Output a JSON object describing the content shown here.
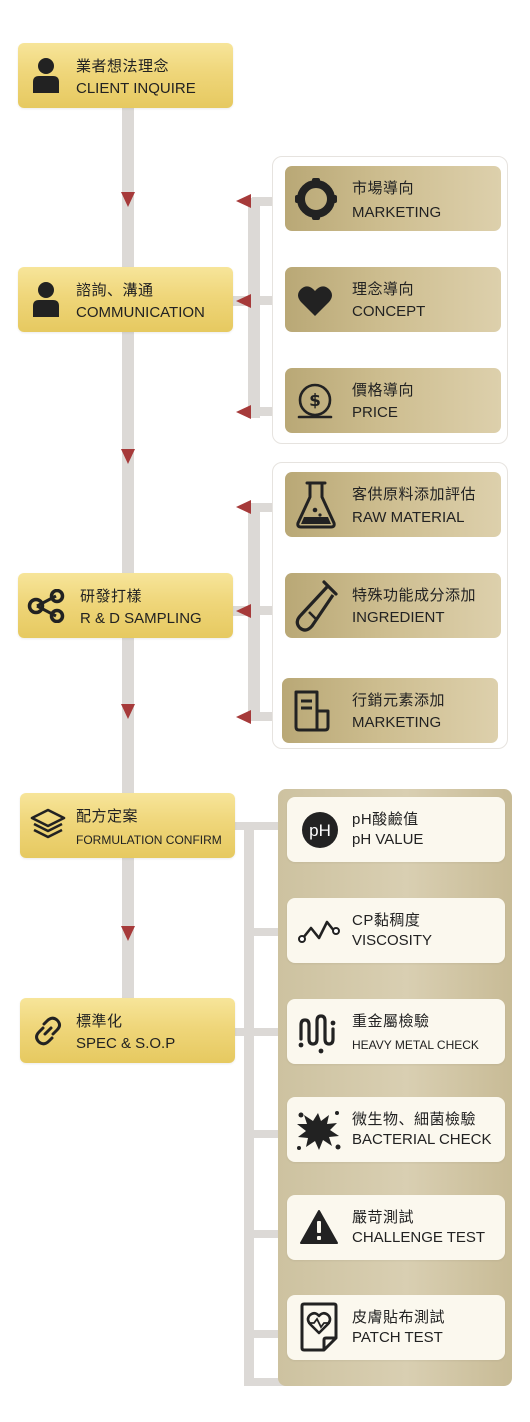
{
  "main_steps": [
    {
      "zh": "業者想法理念",
      "en": "CLIENT INQUIRE"
    },
    {
      "zh": "諮詢、溝通",
      "en": "COMMUNICATION"
    },
    {
      "zh": "研發打樣",
      "en": "R & D SAMPLING"
    },
    {
      "zh": "配方定案",
      "en": "FORMULATION CONFIRM"
    },
    {
      "zh": "標準化",
      "en": "SPEC & S.O.P"
    }
  ],
  "communication_items": [
    {
      "zh": "市場導向",
      "en": "MARKETING"
    },
    {
      "zh": "理念導向",
      "en": "CONCEPT"
    },
    {
      "zh": "價格導向",
      "en": "PRICE"
    }
  ],
  "sampling_items": [
    {
      "zh": "客供原料添加評估",
      "en": "RAW MATERIAL"
    },
    {
      "zh": "特殊功能成分添加",
      "en": "INGREDIENT"
    },
    {
      "zh": "行銷元素添加",
      "en": "MARKETING"
    }
  ],
  "tests": [
    {
      "zh": "pH酸鹼值",
      "en": "pH VALUE"
    },
    {
      "zh": "CP黏稠度",
      "en": "VISCOSITY"
    },
    {
      "zh": "重金屬檢驗",
      "en": "HEAVY METAL CHECK"
    },
    {
      "zh": "微生物、細菌檢驗",
      "en": "BACTERIAL CHECK"
    },
    {
      "zh": "嚴苛測試",
      "en": "CHALLENGE TEST"
    },
    {
      "zh": "皮膚貼布測試",
      "en": "PATCH TEST"
    }
  ],
  "ph_icon_text": "pH",
  "colors": {
    "accent": "#a63a3a",
    "gold": "#efd67a",
    "connector": "#dcd9d6",
    "icon": "#222222"
  }
}
